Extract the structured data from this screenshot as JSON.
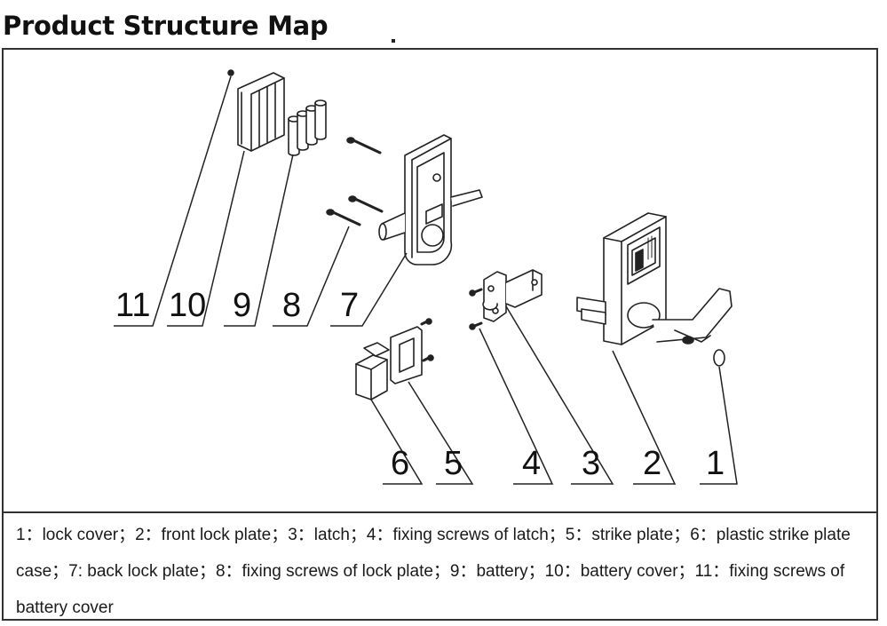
{
  "title": "Product Structure Map",
  "caption": "1：lock cover；2：front lock plate；3：latch；4：fixing screws of latch；5：strike plate；6：plastic strike plate case；7: back lock plate；8：fixing screws of lock plate；9：battery；10：battery cover；11：fixing screws of battery cover",
  "callouts": {
    "n1": "1",
    "n2": "2",
    "n3": "3",
    "n4": "4",
    "n5": "5",
    "n6": "6",
    "n7": "7",
    "n8": "8",
    "n9": "9",
    "n10": "10",
    "n11": "11"
  },
  "parts": [
    "lock-cover",
    "front-lock-plate",
    "latch",
    "latch-screws",
    "strike-plate",
    "strike-plate-case",
    "back-lock-plate",
    "lock-plate-screws",
    "battery",
    "battery-cover",
    "battery-cover-screw"
  ]
}
